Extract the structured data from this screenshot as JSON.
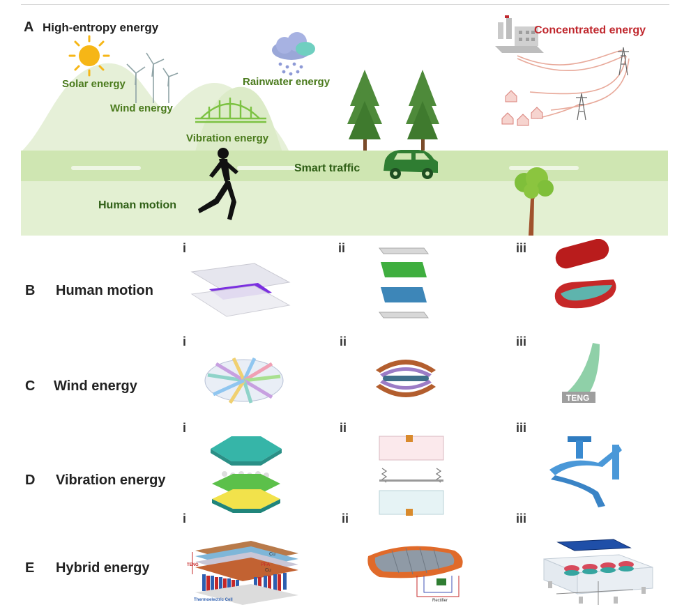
{
  "panel_a": {
    "letter": "A",
    "title": "High-entropy energy",
    "labels": {
      "solar": "Solar energy",
      "wind": "Wind energy",
      "vibration": "Vibration energy",
      "rainwater": "Rainwater energy",
      "smart_traffic": "Smart traffic",
      "human_motion": "Human motion",
      "concentrated": "Concentrated energy"
    },
    "colors": {
      "label_green": "#4a7a1c",
      "concentrated_red": "#c0282e",
      "road_green": "#d3e9b8",
      "hill_green": "#e5f0d6",
      "car_green": "#2f7d32"
    }
  },
  "rows": [
    {
      "letter": "B",
      "title": "Human motion"
    },
    {
      "letter": "C",
      "title": "Wind energy"
    },
    {
      "letter": "D",
      "title": "Vibration energy"
    },
    {
      "letter": "E",
      "title": "Hybrid energy"
    }
  ],
  "roman": [
    "i",
    "ii",
    "iii"
  ],
  "device_text": {
    "teng": "TENG",
    "cu": "Cu",
    "pfa": "PFA",
    "thermoelectric_cell": "Thermoelectric Cell",
    "rectifier": "Rectifier"
  }
}
